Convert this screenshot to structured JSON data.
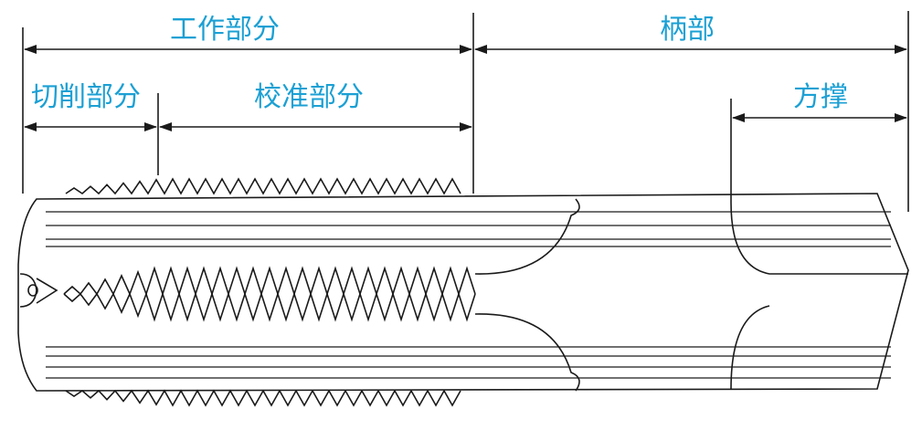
{
  "labels": {
    "working_part": "工作部分",
    "shank": "柄部",
    "cutting_part": "切削部分",
    "calibrating_part": "校准部分",
    "square_drive": "方撑"
  },
  "colors": {
    "label": "#1ba0d4",
    "line": "#1a1a1a",
    "background": "#ffffff"
  }
}
